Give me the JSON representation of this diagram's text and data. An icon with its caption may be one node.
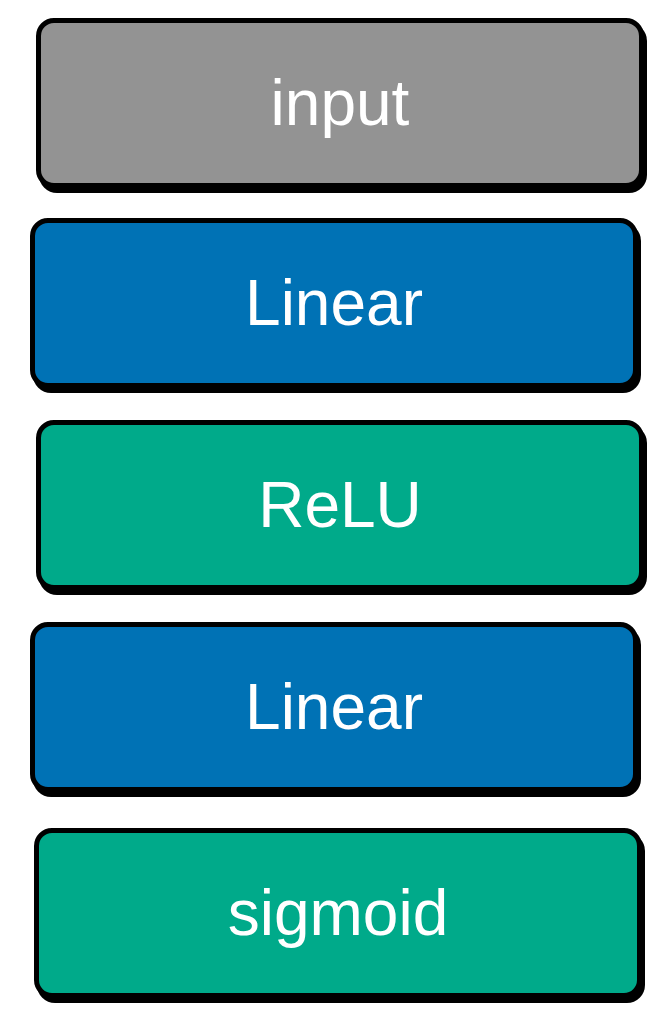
{
  "diagram": {
    "nodes": [
      {
        "text": [
          "input"
        ]
      },
      {
        "text": [
          "Linear"
        ]
      },
      {
        "text": [
          "ReLU"
        ]
      },
      {
        "text": [
          "Linear"
        ]
      },
      {
        "text": [
          "sigmoid"
        ]
      }
    ]
  }
}
